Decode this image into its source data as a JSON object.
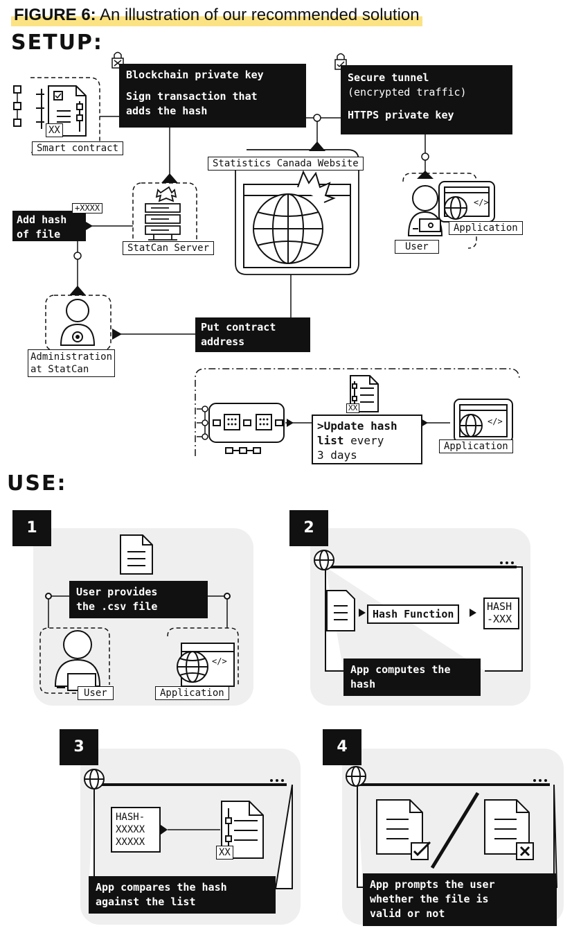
{
  "figure": {
    "label": "FIGURE 6:",
    "caption": "An illustration of our recommended solution"
  },
  "setup": {
    "heading": "SETUP:",
    "key_box": {
      "line1": "Blockchain private key",
      "line2": "Sign transaction that\nadds the hash"
    },
    "tunnel_box": {
      "line1": "Secure tunnel",
      "line2": "(encrypted traffic)",
      "line3": "HTTPS private key"
    },
    "smart_contract_label": "Smart contract",
    "smart_contract_badge": "XX",
    "website_label": "Statistics Canada Website",
    "server_label": "StatCan Server",
    "add_hash_box": "Add hash\nof file",
    "add_hash_badge": "+XXXX",
    "user_label": "User",
    "application_label": "Application",
    "admin_label": "Administration\nat StatCan",
    "put_contract_box": "Put contract\naddress",
    "update_box": {
      "bold": ">Update hash\nlist",
      "rest": " every\n3 days"
    },
    "update_doc_badge": "XX",
    "update_app_label": "Application"
  },
  "use": {
    "heading": "USE:",
    "steps": [
      {
        "num": "1",
        "caption": "User provides\nthe .csv file",
        "user_label": "User",
        "app_label": "Application"
      },
      {
        "num": "2",
        "caption": "App computes the\nhash",
        "hash_fn": "Hash Function",
        "hash_out": "HASH\n-XXX"
      },
      {
        "num": "3",
        "caption": "App compares the hash\nagainst the list",
        "hash_list": "HASH-\nXXXXX\nXXXXX",
        "doc_badge": "XX"
      },
      {
        "num": "4",
        "caption": "App prompts the user\nwhether the file is\nvalid or not"
      }
    ]
  }
}
